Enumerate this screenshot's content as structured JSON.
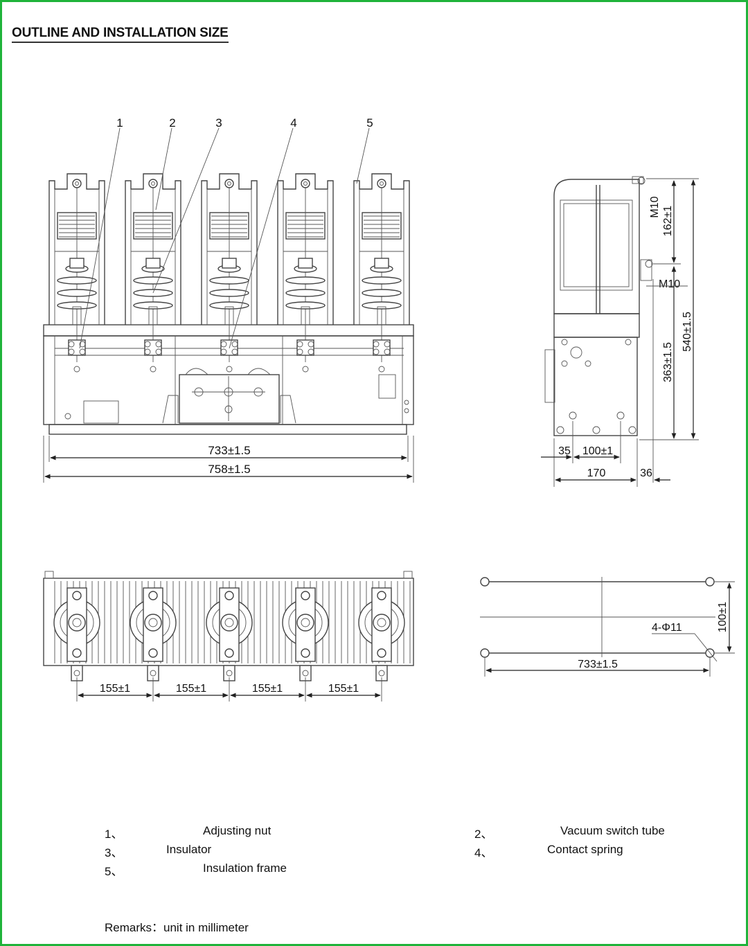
{
  "title": "OUTLINE AND INSTALLATION SIZE",
  "callouts": [
    "1",
    "2",
    "3",
    "4",
    "5"
  ],
  "front_view": {
    "dim_inner": "733±1.5",
    "dim_outer": "758±1.5"
  },
  "side_view": {
    "label_m10_top": "M10",
    "label_m10_mid": "M10",
    "dim_162": "162±1",
    "dim_363": "363±1.5",
    "dim_540": "540±1.5",
    "dim_35": "35",
    "dim_100": "100±1",
    "dim_170": "170",
    "dim_36": "36"
  },
  "top_view": {
    "pitch": [
      "155±1",
      "155±1",
      "155±1",
      "155±1"
    ]
  },
  "mount_view": {
    "holes": "4-Φ11",
    "dim_width": "733±1.5",
    "dim_height": "100±1"
  },
  "legend": [
    {
      "num": "1、",
      "label": "Adjusting nut"
    },
    {
      "num": "2、",
      "label": "Vacuum switch tube"
    },
    {
      "num": "3、",
      "label": "Insulator"
    },
    {
      "num": "4、",
      "label": "Contact spring"
    },
    {
      "num": "5、",
      "label": "Insulation frame"
    }
  ],
  "remarks": "Remarks：unit in millimeter",
  "colors": {
    "border": "#1fb33a"
  }
}
